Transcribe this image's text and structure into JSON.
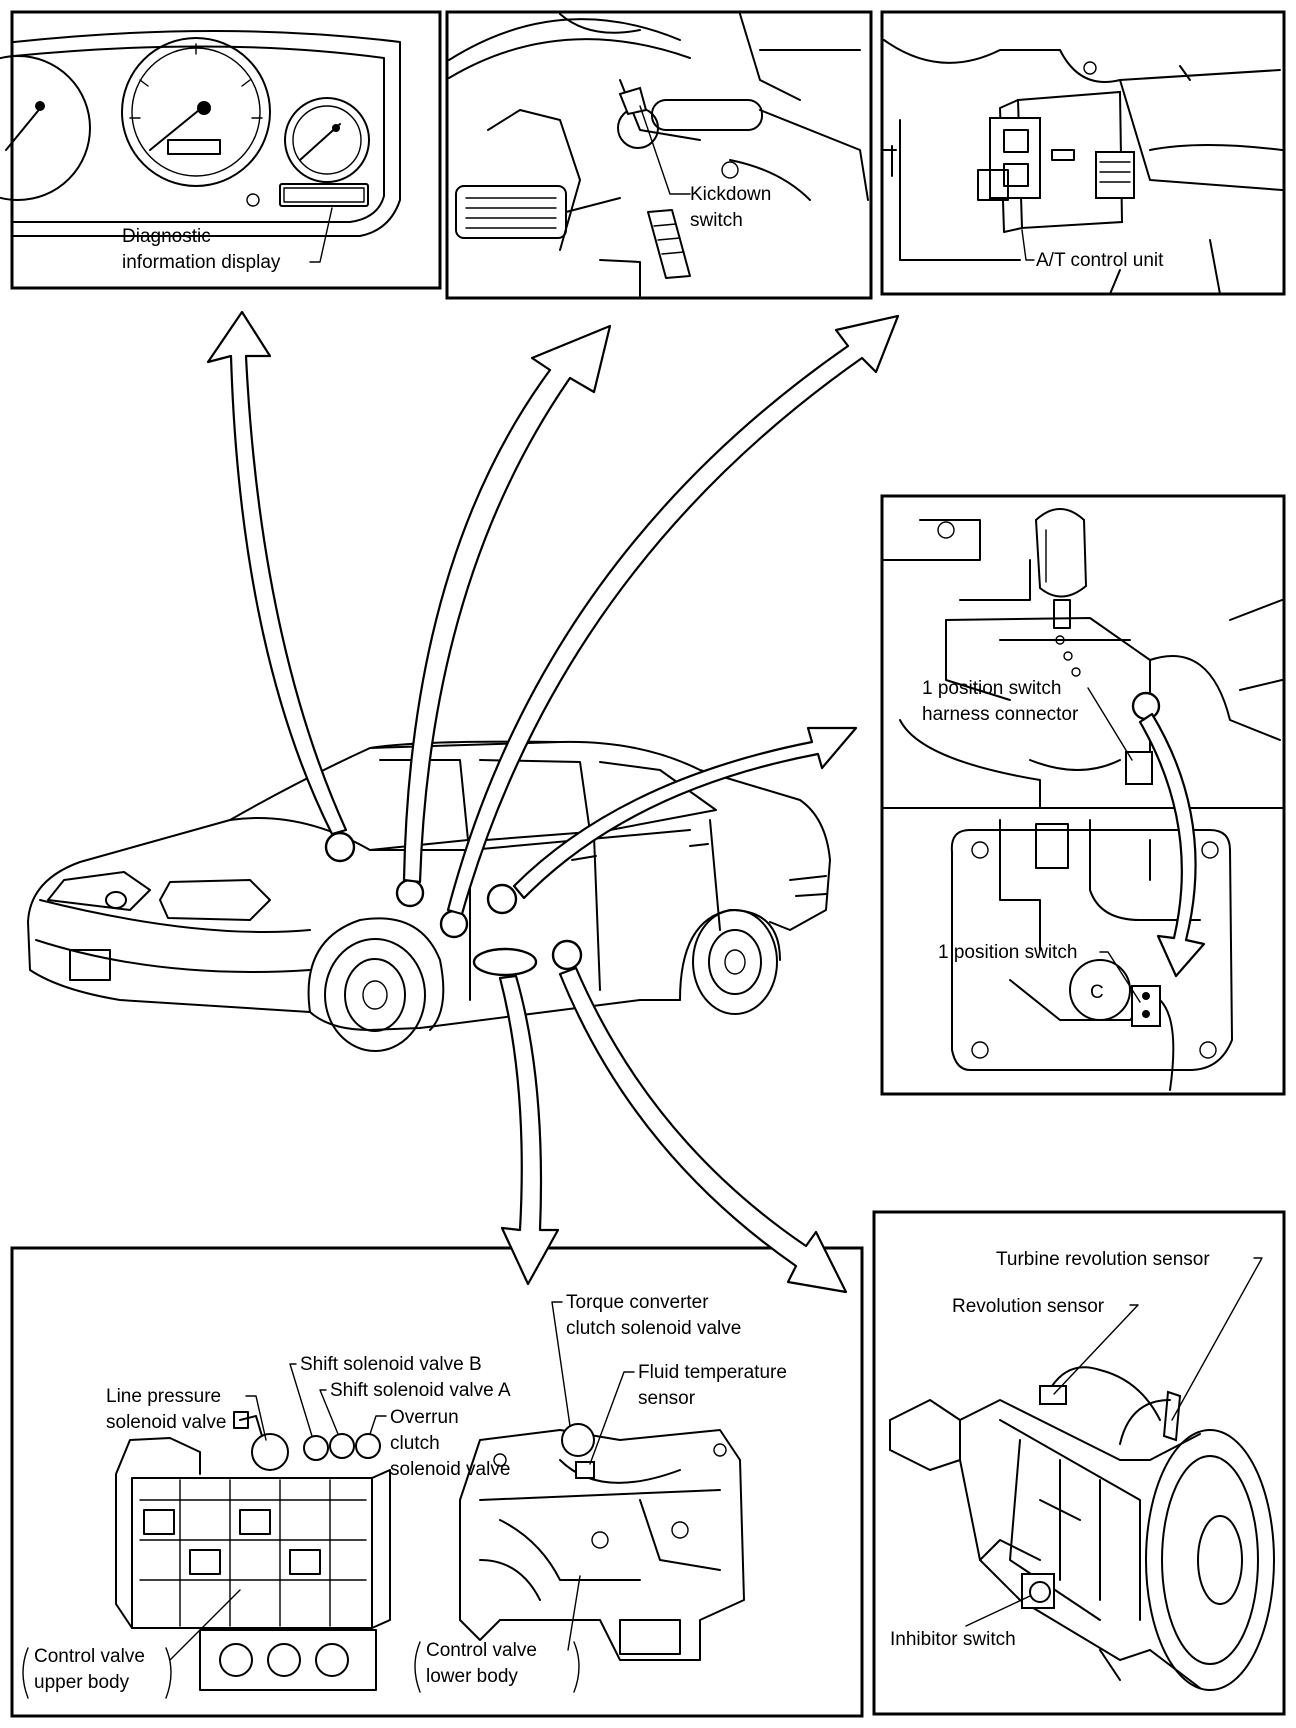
{
  "panels": {
    "dashboard": {
      "label_line1": "Diagnostic",
      "label_line2": "information display"
    },
    "kickdown": {
      "label_line1": "Kickdown",
      "label_line2": "switch"
    },
    "control_unit": {
      "label": "A/T control unit"
    },
    "position_switch": {
      "label_connector_line1": "1 position switch",
      "label_connector_line2": "harness connector",
      "label_switch": "1 position switch"
    },
    "transmission": {
      "label_turbine": "Turbine revolution sensor",
      "label_revolution": "Revolution sensor",
      "label_inhibitor": "Inhibitor switch"
    },
    "valve_body": {
      "line_pressure_line1": "Line pressure",
      "line_pressure_line2": "solenoid valve",
      "shift_b": "Shift solenoid valve B",
      "shift_a": "Shift solenoid valve A",
      "overrun_line1": "Overrun",
      "overrun_line2": "clutch",
      "overrun_line3": "solenoid valve",
      "upper_body_line1": "Control valve",
      "upper_body_line2": "upper body",
      "torque_line1": "Torque converter",
      "torque_line2": "clutch solenoid valve",
      "fluid_line1": "Fluid temperature",
      "fluid_line2": "sensor",
      "lower_body_line1": "Control valve",
      "lower_body_line2": "lower body"
    }
  }
}
